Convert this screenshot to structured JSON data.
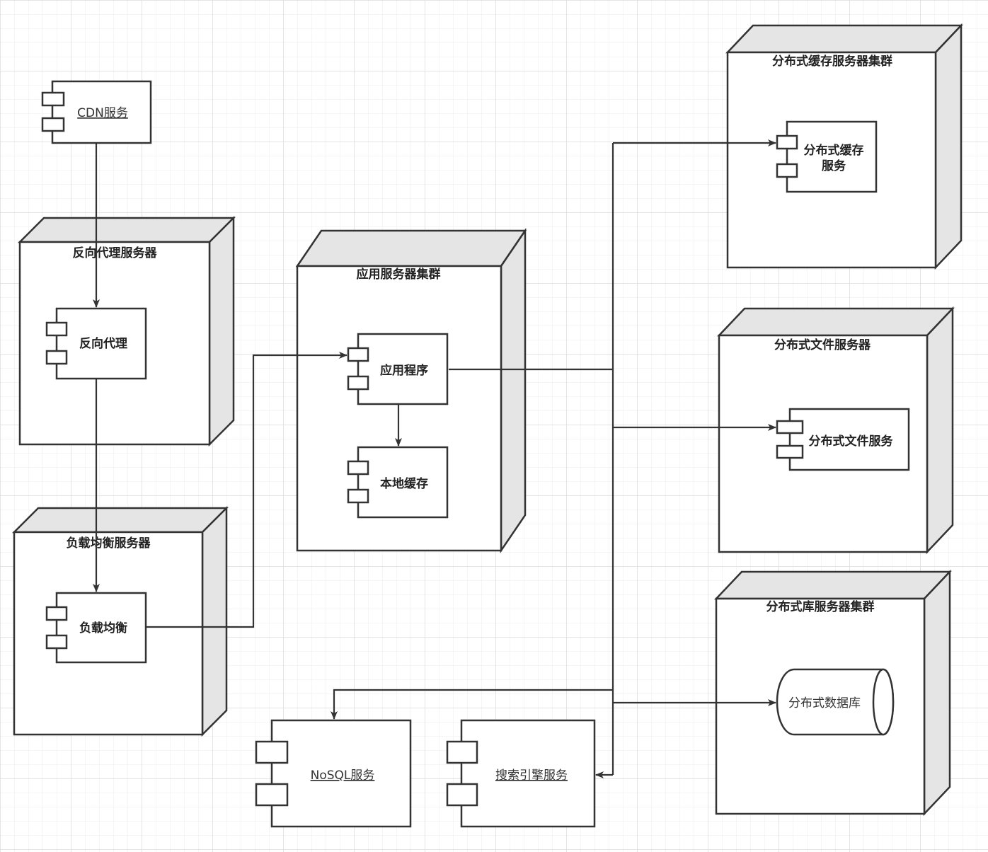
{
  "colors": {
    "background": "#ffffff",
    "grid": "#e8e8e8",
    "stroke": "#333333",
    "node_side": "#e5e5e5",
    "text": "#222222"
  },
  "nodes": {
    "reverse_proxy_server": {
      "title": "反向代理服务器"
    },
    "load_balancer_server": {
      "title": "负载均衡服务器"
    },
    "app_server_cluster": {
      "title": "应用服务器集群"
    },
    "distributed_cache_cluster": {
      "title": "分布式缓存服务器集群"
    },
    "distributed_file_server": {
      "title": "分布式文件服务器"
    },
    "distributed_db_cluster": {
      "title": "分布式库服务器集群"
    }
  },
  "components": {
    "cdn": {
      "label": "CDN服务"
    },
    "reverse_proxy": {
      "label": "反向代理"
    },
    "load_balancer": {
      "label": "负载均衡"
    },
    "application": {
      "label": "应用程序"
    },
    "local_cache": {
      "label": "本地缓存"
    },
    "distributed_cache": {
      "label_line1": "分布式缓存",
      "label_line2": "服务"
    },
    "distributed_file": {
      "label": "分布式文件服务"
    },
    "distributed_database": {
      "label": "分布式数据库"
    },
    "nosql": {
      "label": "NoSQL服务"
    },
    "search_engine": {
      "label": "搜索引擎服务"
    }
  }
}
